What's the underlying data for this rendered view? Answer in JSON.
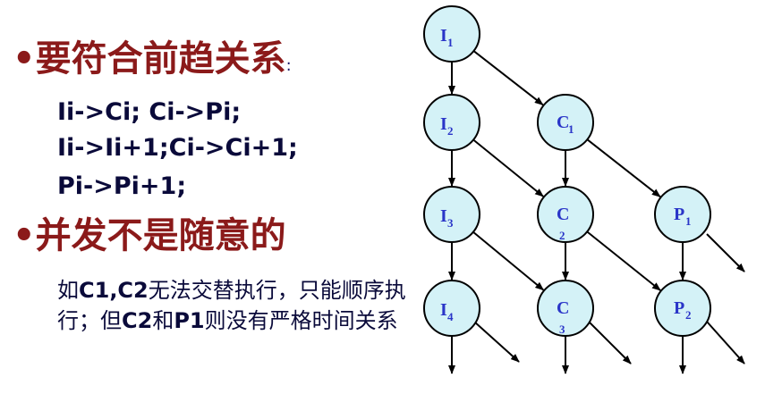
{
  "text": {
    "heading1": "•要符合前趋关系",
    "heading1_colon": ":",
    "code_lines": [
      "Ii->Ci; Ci->Pi;",
      "Ii->Ii+1;Ci->Ci+1;",
      "Pi->Pi+1;"
    ],
    "heading2": "•并发不是随意的",
    "desc": {
      "part1": "如",
      "bold1": "C1,C2",
      "part2": "无法交替执行，只能顺序执行；但",
      "bold2": "C2",
      "part3": "和",
      "bold3": "P1",
      "part4": "则没有严格时间关系"
    }
  },
  "diagram": {
    "nodes": [
      {
        "id": "I1",
        "main": "I",
        "sub": "1"
      },
      {
        "id": "I2",
        "main": "I",
        "sub": "2"
      },
      {
        "id": "I3",
        "main": "I",
        "sub": "3"
      },
      {
        "id": "I4",
        "main": "I",
        "sub": "4"
      },
      {
        "id": "C1",
        "main": "C",
        "sub": "1"
      },
      {
        "id": "C2",
        "main": "C",
        "sub": "2"
      },
      {
        "id": "C3",
        "main": "C",
        "sub": "3"
      },
      {
        "id": "P1",
        "main": "P",
        "sub": "1"
      },
      {
        "id": "P2",
        "main": "P",
        "sub": "2"
      }
    ],
    "edges": [
      [
        "I1",
        "I2"
      ],
      [
        "I2",
        "I3"
      ],
      [
        "I3",
        "I4"
      ],
      [
        "C1",
        "C2"
      ],
      [
        "C2",
        "C3"
      ],
      [
        "P1",
        "P2"
      ],
      [
        "I1",
        "C1"
      ],
      [
        "I2",
        "C2"
      ],
      [
        "I3",
        "C3"
      ],
      [
        "C1",
        "P1"
      ],
      [
        "C2",
        "P2"
      ]
    ],
    "colors": {
      "node_fill": "#d4f2f7",
      "node_stroke": "#000000",
      "label": "#2a35c8",
      "arrow": "#000000"
    }
  }
}
